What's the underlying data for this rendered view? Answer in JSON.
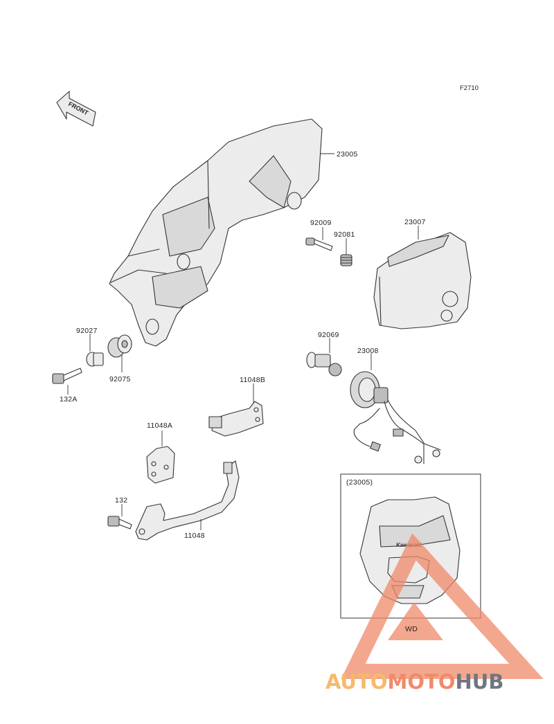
{
  "figure_code": "F2710",
  "front_arrow": {
    "text": "FRONT",
    "icon": "front-direction-arrow-icon"
  },
  "parts": {
    "p23005": "23005",
    "p23007": "23007",
    "p92009": "92009",
    "p92081": "92081",
    "p92069": "92069",
    "p23008": "23008",
    "p92027": "92027",
    "p92075": "92075",
    "p132A": "132A",
    "p11048B": "11048B",
    "p11048A": "11048A",
    "p132": "132",
    "p11048": "11048"
  },
  "inset": {
    "title": "(23005)",
    "caption": "WD",
    "brand_mark": "Kawasaki"
  },
  "watermark": {
    "part1": "AUTO",
    "part2": "MOTO",
    "part3": "HUB",
    "color_primary": "#f08a6a",
    "color_secondary": "#f7b96a",
    "color_text": "#6f7681"
  }
}
